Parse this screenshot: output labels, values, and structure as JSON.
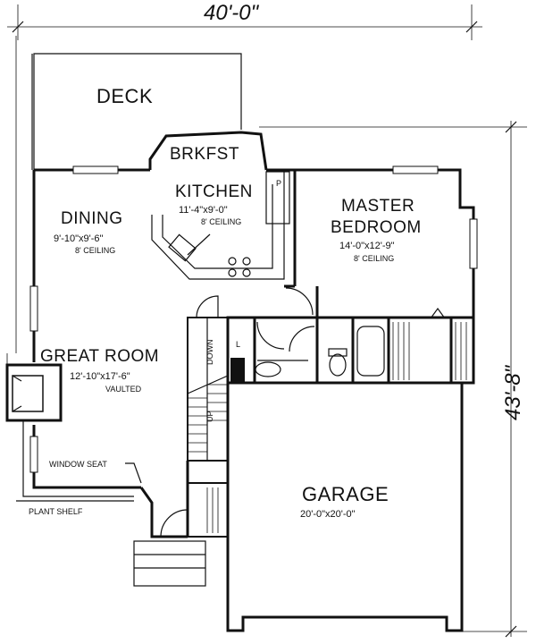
{
  "dimensions": {
    "width": "40'-0\"",
    "depth": "43'-8\""
  },
  "rooms": {
    "deck": {
      "name": "DECK"
    },
    "breakfast": {
      "name": "BRKFST"
    },
    "kitchen": {
      "name": "KITCHEN",
      "size": "11'-4\"x9'-0\"",
      "ceiling": "8' CEILING"
    },
    "dining": {
      "name": "DINING",
      "size": "9'-10\"x9'-6\"",
      "ceiling": "8' CEILING"
    },
    "master_bedroom": {
      "name_line1": "MASTER",
      "name_line2": "BEDROOM",
      "size": "14'-0\"x12'-9\"",
      "ceiling": "8' CEILING"
    },
    "great_room": {
      "name": "GREAT ROOM",
      "size": "12'-10\"x17'-6\"",
      "ceiling": "VAULTED"
    },
    "garage": {
      "name": "GARAGE",
      "size": "20'-0\"x20'-0\""
    }
  },
  "labels": {
    "window_seat": "WINDOW SEAT",
    "plant_shelf": "PLANT SHELF",
    "stair_down": "DOWN",
    "stair_up": "UP",
    "laundry": "L",
    "pantry": "P"
  }
}
